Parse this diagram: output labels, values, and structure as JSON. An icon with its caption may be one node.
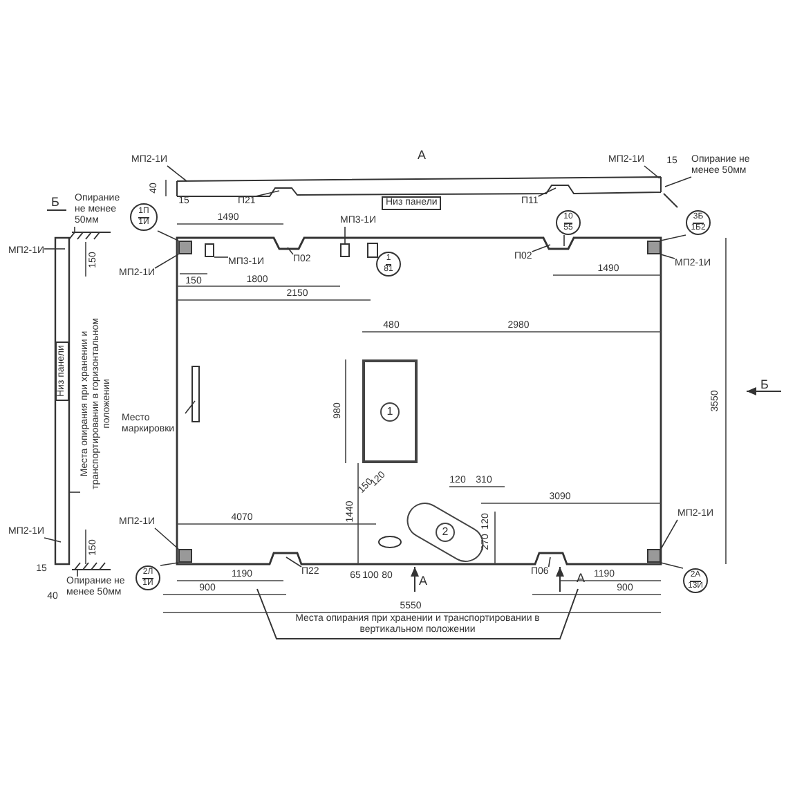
{
  "diagram": {
    "nodes": [
      {
        "text": [
          "МП2-1И"
        ]
      },
      {
        "text": [
          "П21"
        ]
      },
      {
        "text": [
          "Низ панели"
        ]
      },
      {
        "text": [
          "П11"
        ]
      },
      {
        "text": [
          "МП2-1И"
        ]
      },
      {
        "text": [
          "Опирание не менее 50мм"
        ]
      },
      {
        "text": [
          "1П",
          "1И"
        ]
      },
      {
        "text": [
          "МП2-1И"
        ]
      },
      {
        "text": [
          "МП3-1И"
        ]
      },
      {
        "text": [
          "П02"
        ]
      },
      {
        "text": [
          "МП3-1И"
        ]
      },
      {
        "text": [
          "1",
          "81"
        ]
      },
      {
        "text": [
          "10",
          "55"
        ]
      },
      {
        "text": [
          "П02"
        ]
      },
      {
        "text": [
          "3Б",
          "1Б2"
        ]
      },
      {
        "text": [
          "МП2-1И"
        ]
      },
      {
        "text": [
          "1"
        ]
      },
      {
        "text": [
          "2"
        ]
      },
      {
        "text": [
          "Место маркировки"
        ]
      },
      {
        "text": [
          "МП2-1И"
        ]
      },
      {
        "text": [
          "2Л",
          "1И"
        ]
      },
      {
        "text": [
          "П22"
        ]
      },
      {
        "text": [
          "П06"
        ]
      },
      {
        "text": [
          "МП2-1И"
        ]
      },
      {
        "text": [
          "2А",
          "13И"
        ]
      },
      {
        "text": [
          "Опирание не менее 50мм"
        ]
      },
      {
        "text": [
          "МП2-1И"
        ]
      },
      {
        "text": [
          "Низ панели"
        ]
      },
      {
        "text": [
          "Места опирания при хранении и транспортировании в горизонтальном положении"
        ]
      },
      {
        "text": [
          "МП2-1И"
        ]
      },
      {
        "text": [
          "Опирание не менее 50мм"
        ]
      },
      {
        "text": [],
        "shape": "box"
      },
      {
        "text": [],
        "shape": "box"
      },
      {
        "text": [],
        "shape": "box"
      },
      {
        "text": [],
        "shape": "box"
      },
      {
        "text": [],
        "shape": "box"
      },
      {
        "text": [],
        "shape": "box"
      }
    ],
    "edges": [
      {
        "from": 0,
        "to": null,
        "arrow": "none"
      },
      {
        "from": 1,
        "to": null,
        "arrow": "none"
      },
      {
        "from": 3,
        "to": null,
        "arrow": "none"
      },
      {
        "from": 4,
        "to": null,
        "arrow": "none"
      },
      {
        "from": 5,
        "to": null,
        "arrow": "none"
      },
      {
        "from": 6,
        "to": 31,
        "arrow": "none"
      },
      {
        "from": 7,
        "to": 31,
        "arrow": "none"
      },
      {
        "from": 8,
        "to": 35,
        "arrow": "none"
      },
      {
        "from": 9,
        "to": null,
        "arrow": "none"
      },
      {
        "from": 10,
        "to": 36,
        "arrow": "none"
      },
      {
        "from": 12,
        "to": null,
        "arrow": "none"
      },
      {
        "from": 13,
        "to": null,
        "arrow": "none"
      },
      {
        "from": 14,
        "to": 32,
        "arrow": "none"
      },
      {
        "from": 15,
        "to": 32,
        "arrow": "none"
      },
      {
        "from": 18,
        "to": null,
        "arrow": "none"
      },
      {
        "from": 19,
        "to": 33,
        "arrow": "none"
      },
      {
        "from": 20,
        "to": 33,
        "arrow": "none"
      },
      {
        "from": 21,
        "to": null,
        "arrow": "none"
      },
      {
        "from": 22,
        "to": null,
        "arrow": "none"
      },
      {
        "from": 23,
        "to": 34,
        "arrow": "none"
      },
      {
        "from": 24,
        "to": 34,
        "arrow": "none"
      },
      {
        "from": 25,
        "to": null,
        "arrow": "none"
      },
      {
        "from": 26,
        "to": null,
        "arrow": "none"
      },
      {
        "from": 28,
        "to": null,
        "arrow": "none"
      },
      {
        "from": 29,
        "to": null,
        "arrow": "none"
      },
      {
        "from": 30,
        "to": null,
        "arrow": "none"
      }
    ],
    "labels": [
      "А",
      "40",
      "15",
      "15",
      "1490",
      "150",
      "1800",
      "2150",
      "1490",
      "3550",
      "Б",
      "480",
      "2980",
      "980",
      "1440",
      "4070",
      "150",
      "120",
      "120",
      "310",
      "3090",
      "270",
      "120",
      "1190",
      "65",
      "100",
      "80",
      "А",
      "А",
      "1190",
      "900",
      "900",
      "5550",
      "Места опирания при хранении и транспортировании в вертикальном положении",
      "Б",
      "150",
      "150",
      "15",
      "40"
    ]
  }
}
